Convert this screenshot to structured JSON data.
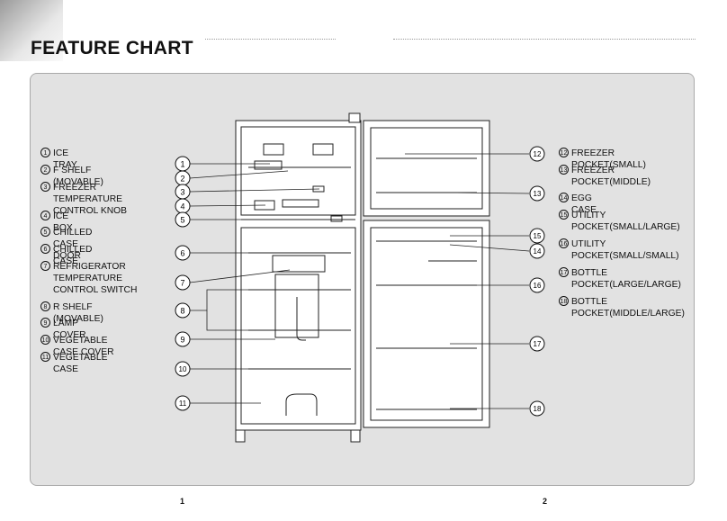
{
  "header": {
    "title": "FEATURE CHART"
  },
  "labels_left": [
    {
      "n": "1",
      "text": "ICE TRAY"
    },
    {
      "n": "2",
      "text": "F SHELF (MOVABLE)"
    },
    {
      "n": "3",
      "text": "FREEZER TEMPERATURE\nCONTROL KNOB"
    },
    {
      "n": "4",
      "text": "ICE BOX"
    },
    {
      "n": "5",
      "text": "CHILLED CASE DOOR"
    },
    {
      "n": "6",
      "text": "CHILLED CASE"
    },
    {
      "n": "7",
      "text": "REFRIGERATOR\nTEMPERATURE\nCONTROL SWITCH"
    },
    {
      "n": "8",
      "text": "R SHELF (MOVABLE)"
    },
    {
      "n": "9",
      "text": "LAMP COVER"
    },
    {
      "n": "10",
      "text": "VEGETABLE CASE COVER"
    },
    {
      "n": "11",
      "text": "VEGETABLE CASE"
    }
  ],
  "labels_right": [
    {
      "n": "12",
      "text": "FREEZER POCKET(SMALL)"
    },
    {
      "n": "13",
      "text": "FREEZER\nPOCKET(MIDDLE)"
    },
    {
      "n": "14",
      "text": "EGG CASE"
    },
    {
      "n": "15",
      "text": "UTILITY\nPOCKET(SMALL/LARGE)"
    },
    {
      "n": "16",
      "text": "UTILITY\nPOCKET(SMALL/SMALL)"
    },
    {
      "n": "17",
      "text": "BOTTLE\nPOCKET(LARGE/LARGE)"
    },
    {
      "n": "18",
      "text": "BOTTLE\nPOCKET(MIDDLE/LARGE)"
    }
  ],
  "callouts": {
    "c1": "1",
    "c2": "2",
    "c3": "3",
    "c4": "4",
    "c5": "5",
    "c6": "6",
    "c7": "7",
    "c8": "8",
    "c9": "9",
    "c10": "10",
    "c11": "11",
    "c12": "12",
    "c13": "13",
    "c14": "14",
    "c15": "15",
    "c16": "16",
    "c17": "17",
    "c18": "18"
  },
  "pages": {
    "left": "1",
    "right": "2"
  }
}
